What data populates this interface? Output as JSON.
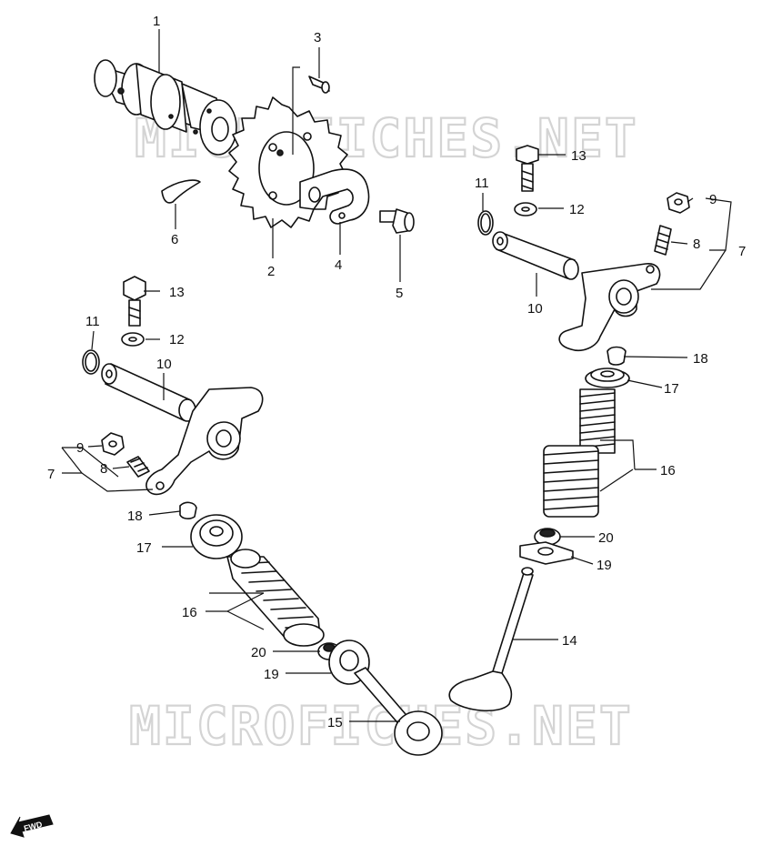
{
  "watermark": "MICROFICHES.NET",
  "fwd_label": "FWD",
  "callouts": {
    "c1": "1",
    "c2": "2",
    "c3": "3",
    "c4": "4",
    "c5": "5",
    "c6": "6",
    "c7a": "7",
    "c7b": "7",
    "c8a": "8",
    "c8b": "8",
    "c9a": "9",
    "c9b": "9",
    "c10a": "10",
    "c10b": "10",
    "c11a": "11",
    "c11b": "11",
    "c12a": "12",
    "c12b": "12",
    "c13a": "13",
    "c13b": "13",
    "c14": "14",
    "c15": "15",
    "c16a": "16",
    "c16b": "16",
    "c17a": "17",
    "c17b": "17",
    "c18a": "18",
    "c18b": "18",
    "c19a": "19",
    "c19b": "19",
    "c20a": "20",
    "c20b": "20"
  }
}
